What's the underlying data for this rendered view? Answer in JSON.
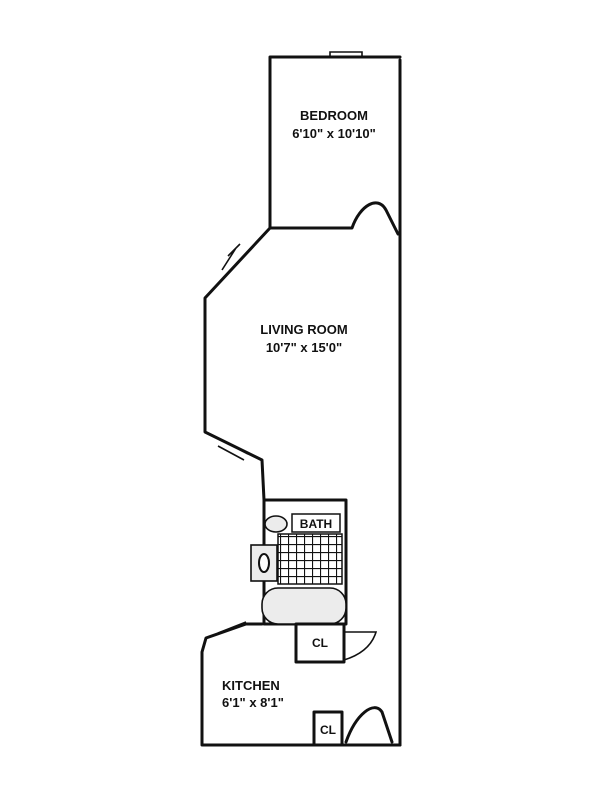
{
  "rooms": {
    "bedroom": {
      "name": "BEDROOM",
      "dims": "6'10\" x 10'10\""
    },
    "living_room": {
      "name": "LIVING ROOM",
      "dims": "10'7\" x 15'0\""
    },
    "kitchen": {
      "name": "KITCHEN",
      "dims": "6'1\" x 8'1\""
    }
  },
  "labels": {
    "bath": "BATH",
    "closet_1": "CL",
    "closet_2": "CL"
  }
}
